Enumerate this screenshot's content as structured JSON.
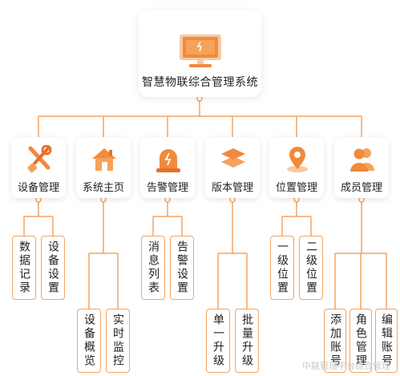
{
  "root": {
    "label": "智慧物联综合管理系统",
    "icon": "monitor-icon"
  },
  "categories": [
    {
      "label": "设备管理",
      "icon": "tools-icon",
      "children": [
        "数据记录",
        "设备设置"
      ]
    },
    {
      "label": "系统主页",
      "icon": "home-icon",
      "children": [
        "设备概览",
        "实时监控"
      ]
    },
    {
      "label": "告警管理",
      "icon": "alarm-light-icon",
      "children": [
        "消息列表",
        "告警设置"
      ]
    },
    {
      "label": "版本管理",
      "icon": "layers-icon",
      "children": [
        "单一升级",
        "批量升级"
      ]
    },
    {
      "label": "位置管理",
      "icon": "location-pin-icon",
      "children": [
        "一级位置",
        "二级位置"
      ]
    },
    {
      "label": "成员管理",
      "icon": "users-icon",
      "children": [
        "添加账号",
        "角色管理",
        "编辑账号"
      ]
    }
  ],
  "colors": {
    "accent": "#f08a3c",
    "line": "#f3a463",
    "accent_dark": "#e8702a"
  },
  "watermark": "中联管理平台综合管理"
}
